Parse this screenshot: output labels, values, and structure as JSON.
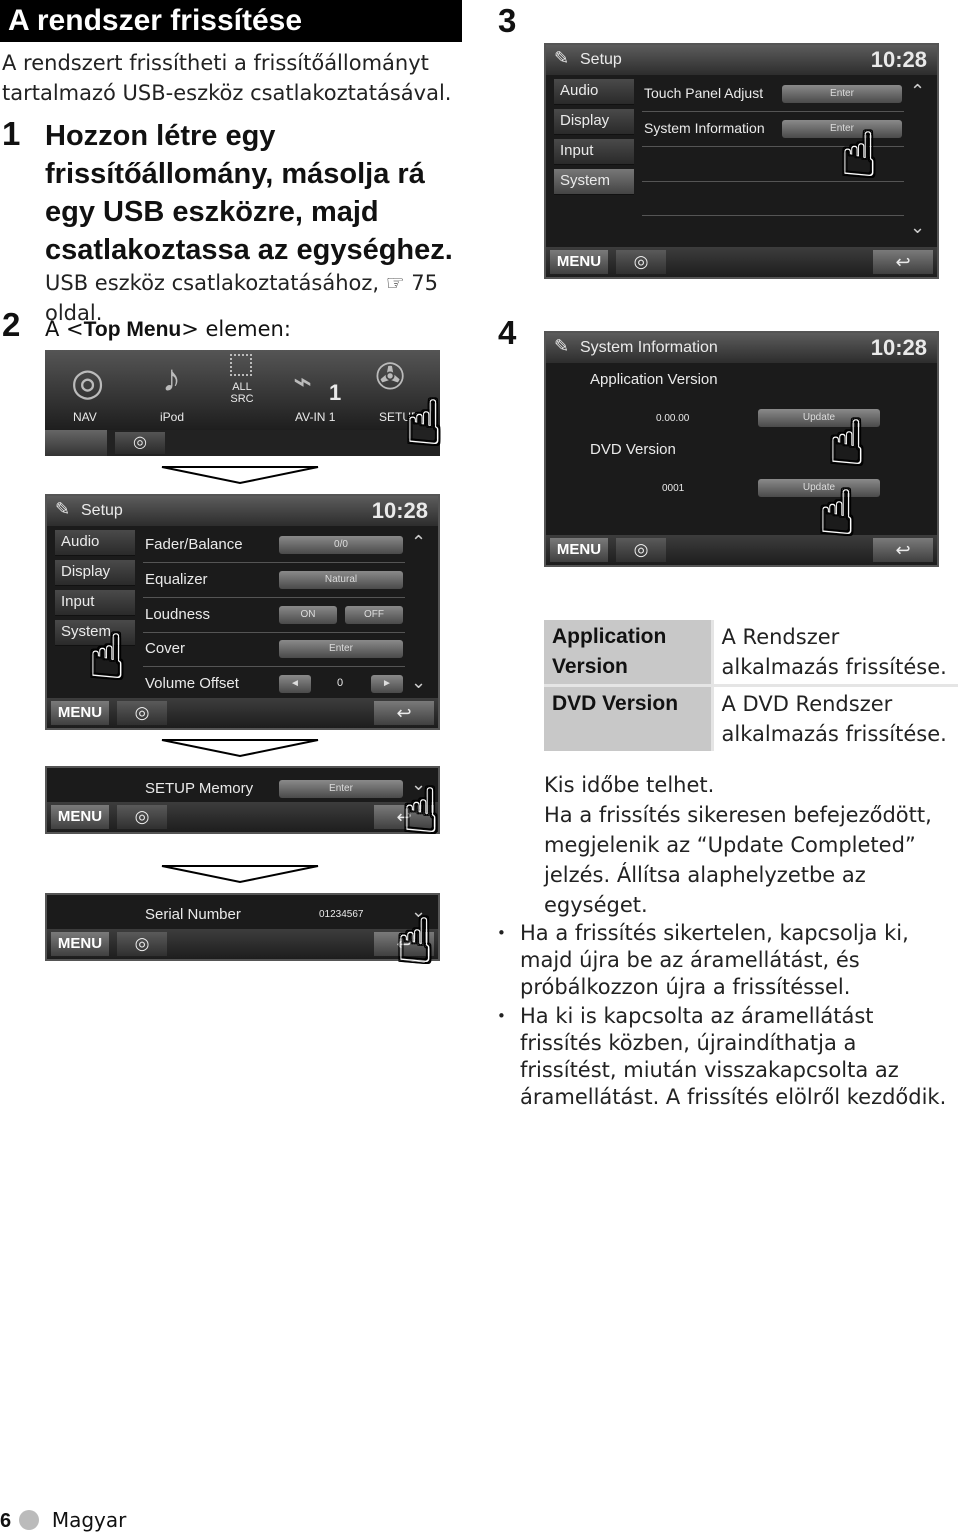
{
  "title": "A rendszer frissítése",
  "intro": "A rendszert frissítheti a frissítőállományt tartalmazó USB-eszköz csatlakoztatásával.",
  "step1": {
    "num": "1",
    "text": "Hozzon létre egy frissítőállomány, másolja rá egy USB eszközre, majd csatlakoztassa az egységhez.",
    "ref": "USB eszköz csatlakoztatásához, ☞ 75 oldal."
  },
  "step2": {
    "num": "2",
    "prefix": "A <",
    "bold": "Top Menu",
    "suffix": "> elemen:"
  },
  "step3": {
    "num": "3"
  },
  "step4": {
    "num": "4"
  },
  "top_menu": {
    "icons": [
      "NAV",
      "iPod",
      "ALL SRC",
      "AV-IN 1",
      "SETUP"
    ],
    "num_badge": "1"
  },
  "setup_screen": {
    "title": "Setup",
    "clock": "10:28",
    "side": [
      "Audio",
      "Display",
      "Input",
      "System"
    ],
    "rows": [
      {
        "label": "Fader/Balance",
        "value": "0/0"
      },
      {
        "label": "Equalizer",
        "value": "Natural"
      },
      {
        "label": "Loudness",
        "value": "ON",
        "value2": "OFF"
      },
      {
        "label": "Cover",
        "value": "Enter"
      },
      {
        "label": "Volume Offset",
        "value": "0"
      }
    ],
    "menu": "MENU"
  },
  "setup_memory": {
    "label": "SETUP Memory",
    "value": "Enter",
    "menu": "MENU"
  },
  "serial": {
    "label": "Serial Number",
    "value": "01234567",
    "menu": "MENU"
  },
  "system_screen": {
    "title": "Setup",
    "clock": "10:28",
    "side": [
      "Audio",
      "Display",
      "Input",
      "System"
    ],
    "rows": [
      {
        "label": "Touch Panel Adjust",
        "value": "Enter"
      },
      {
        "label": "System Information",
        "value": "Enter"
      }
    ],
    "menu": "MENU"
  },
  "sysinfo_screen": {
    "title": "System Information",
    "clock": "10:28",
    "app_label": "Application Version",
    "app_value": "0.00.00",
    "dvd_label": "DVD Version",
    "dvd_value": "0001",
    "update": "Update",
    "menu": "MENU"
  },
  "table": [
    {
      "key": "Application Version",
      "value": "A Rendszer alkalmazás frissítése."
    },
    {
      "key": "DVD Version",
      "value": "A DVD Rendszer alkalmazás frissítése."
    }
  ],
  "notes": [
    "Kis időbe telhet.",
    "Ha a frissítés sikeresen befejeződött, megjelenik az “Update Completed” jelzés. Állítsa alaphelyzetbe az egységet."
  ],
  "bullets": [
    "Ha a frissítés sikertelen, kapcsolja ki, majd újra be az áramellátást, és próbálkozzon újra a frissítéssel.",
    "Ha ki is kapcsolta az áramellátást frissítés közben, újraindíthatja a frissítést, miután visszakapcsolta az áramellátást. A frissítés elölről kezdődik."
  ],
  "footer": {
    "page": "6",
    "language": "Magyar"
  }
}
